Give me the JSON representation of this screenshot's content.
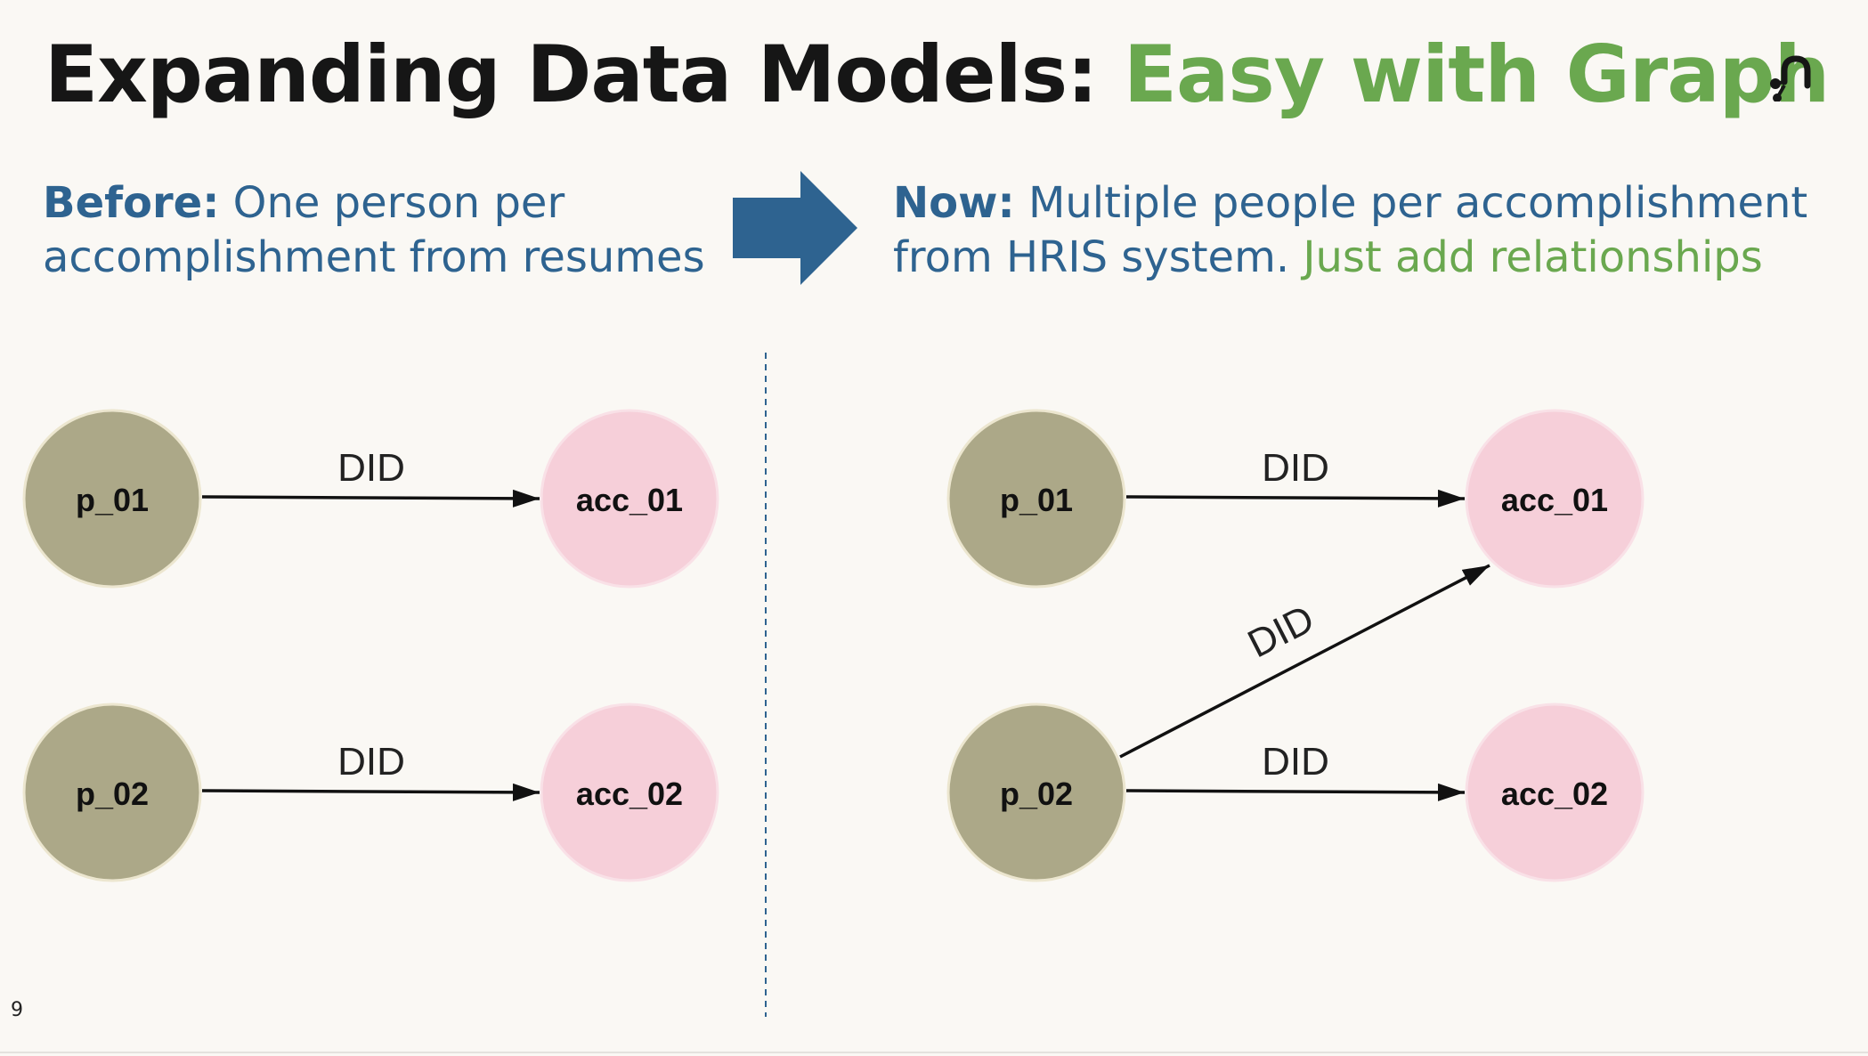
{
  "title": {
    "main": "Expanding Data Models: ",
    "accent": "Easy with Graph"
  },
  "before": {
    "lead": "Before:",
    "text": " One person per accomplishment from resumes"
  },
  "now": {
    "lead": "Now:",
    "text": " Multiple people per accomplishment from HRIS system. ",
    "accent": "Just add relationships"
  },
  "colors": {
    "person_node": "#aca888",
    "accomplishment_node": "#f6cfd9",
    "heading_blue": "#2e6390",
    "accent_green": "#6aa84f",
    "arrow_blue": "#2e6390"
  },
  "left_graph": {
    "nodes": [
      {
        "label": "p_01",
        "type": "person"
      },
      {
        "label": "acc_01",
        "type": "accomplishment"
      },
      {
        "label": "p_02",
        "type": "person"
      },
      {
        "label": "acc_02",
        "type": "accomplishment"
      }
    ],
    "edges": [
      {
        "label": "DID",
        "from": "p_01",
        "to": "acc_01"
      },
      {
        "label": "DID",
        "from": "p_02",
        "to": "acc_02"
      }
    ]
  },
  "right_graph": {
    "nodes": [
      {
        "label": "p_01",
        "type": "person"
      },
      {
        "label": "acc_01",
        "type": "accomplishment"
      },
      {
        "label": "p_02",
        "type": "person"
      },
      {
        "label": "acc_02",
        "type": "accomplishment"
      }
    ],
    "edges": [
      {
        "label": "DID",
        "from": "p_01",
        "to": "acc_01"
      },
      {
        "label": "DID",
        "from": "p_02",
        "to": "acc_01"
      },
      {
        "label": "DID",
        "from": "p_02",
        "to": "acc_02"
      }
    ]
  },
  "slide_number": "9"
}
